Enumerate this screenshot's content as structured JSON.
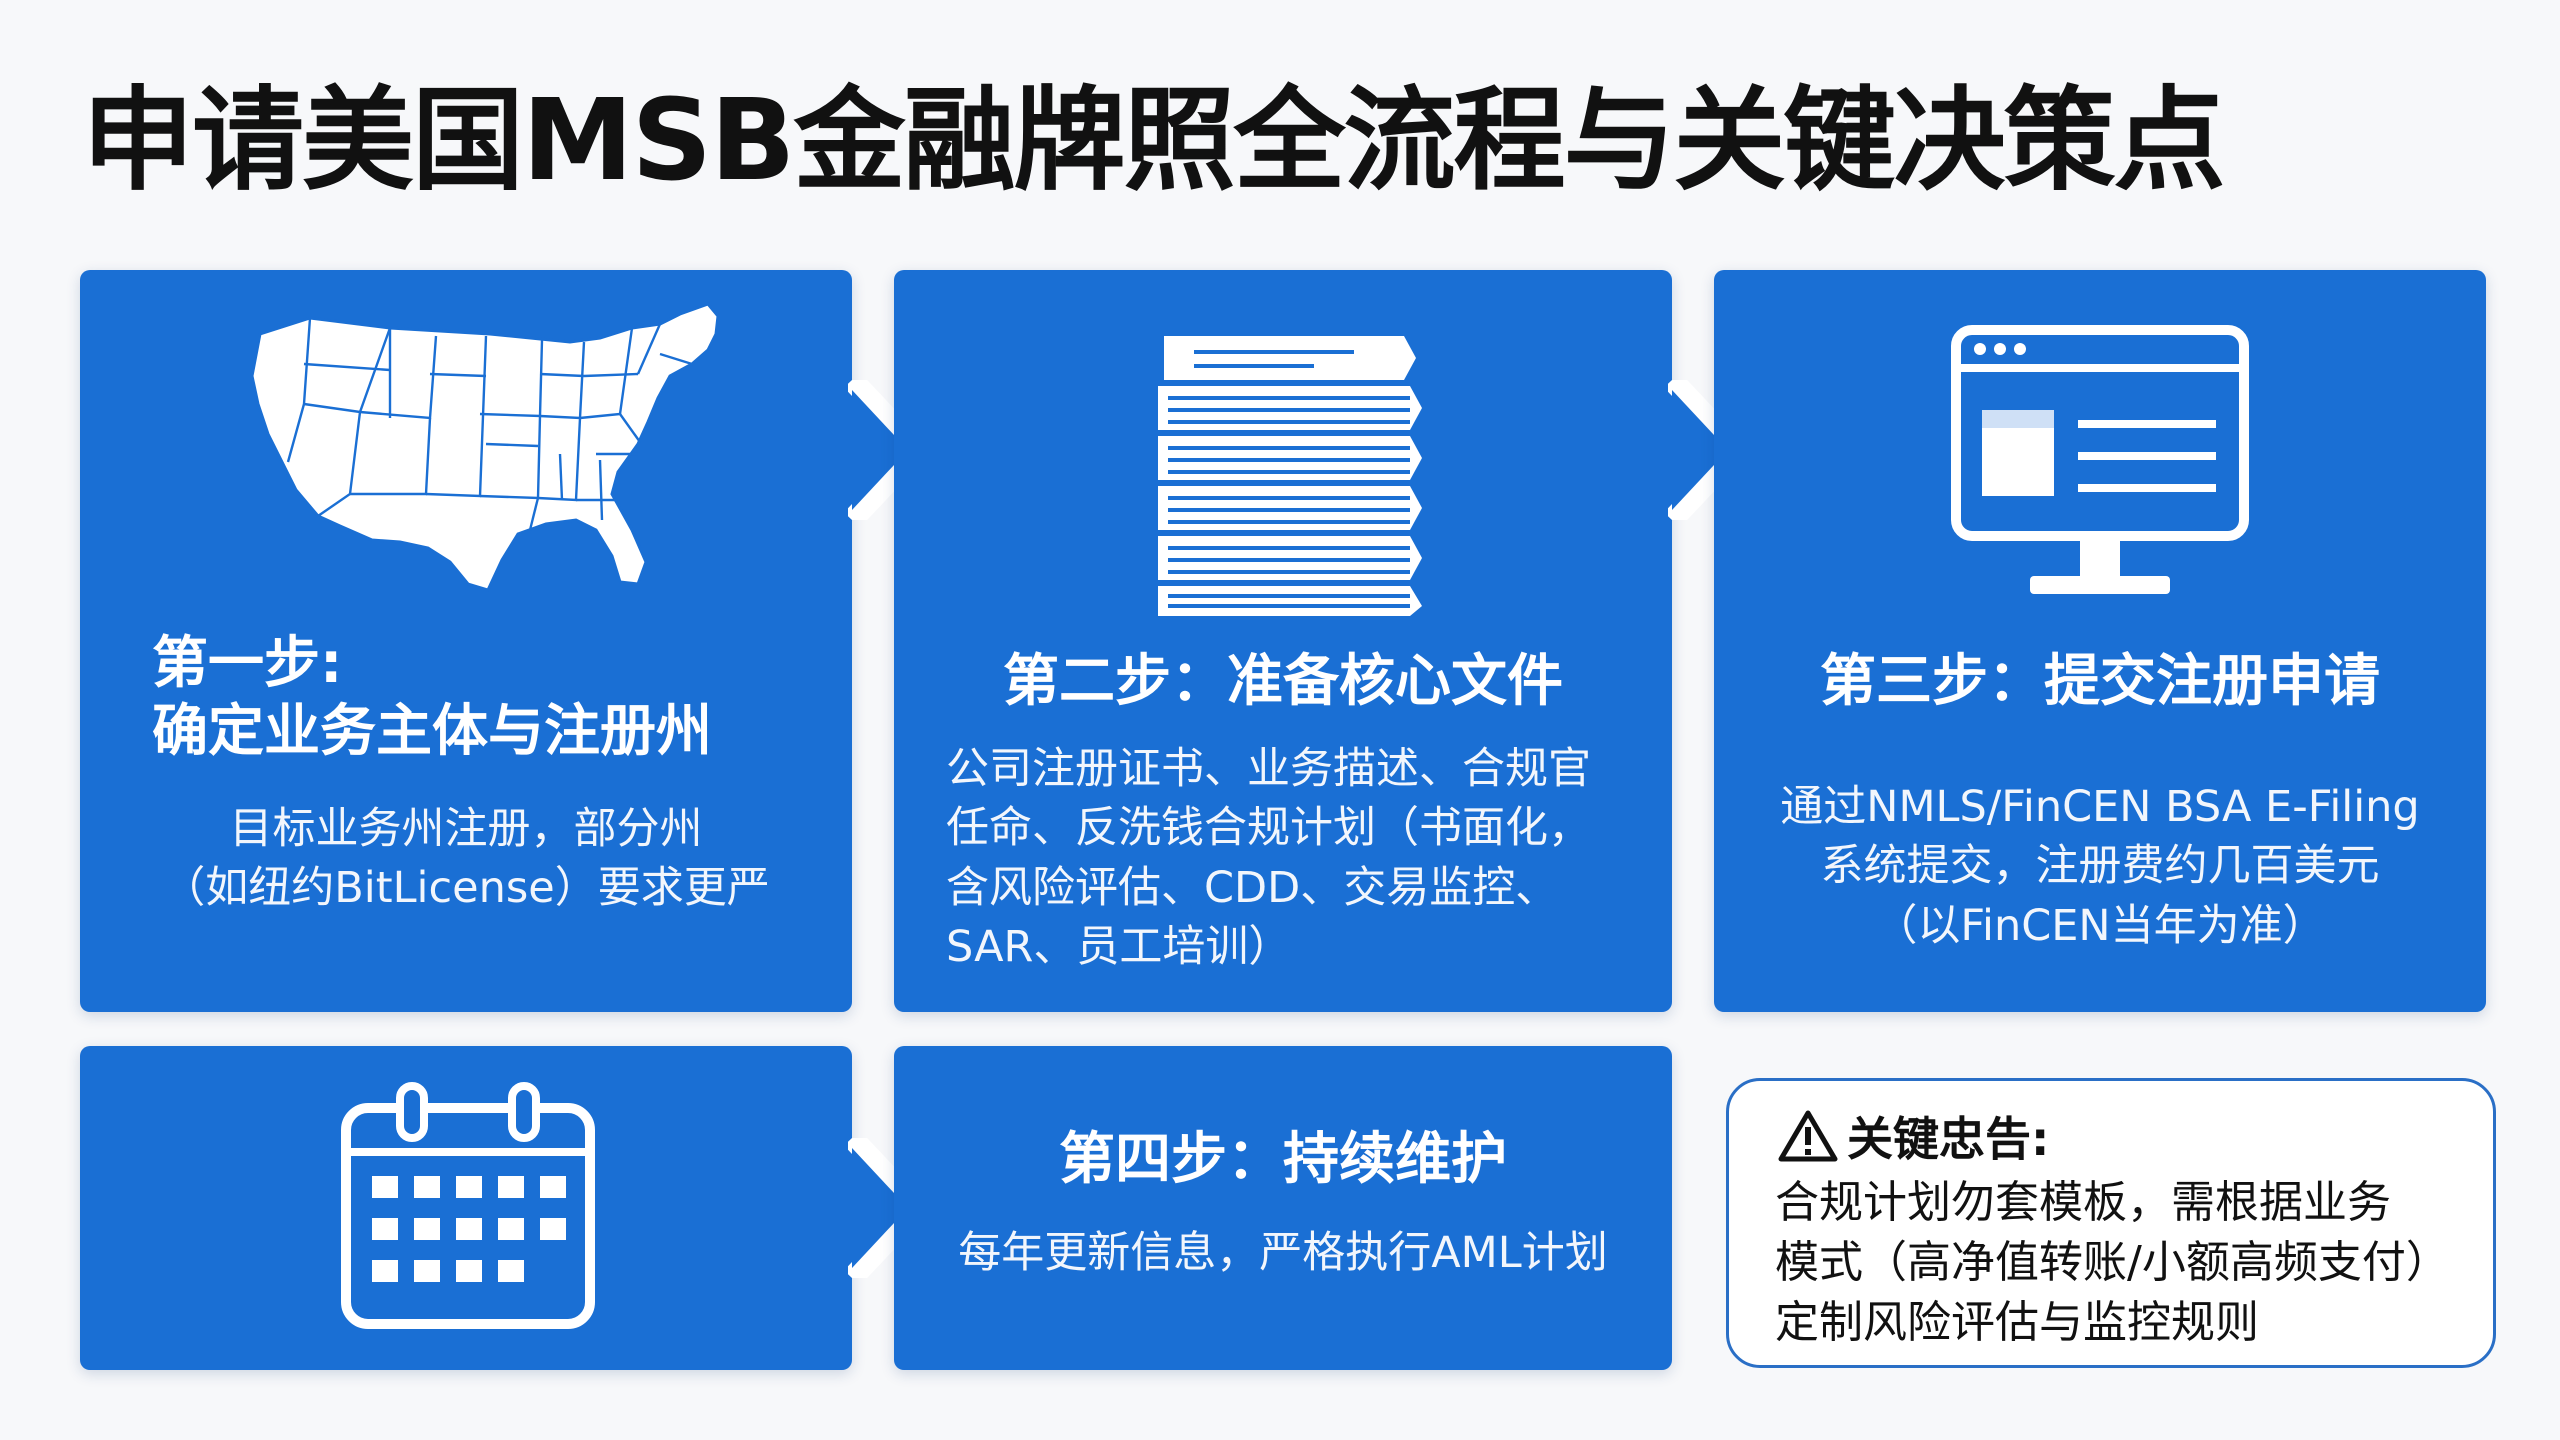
{
  "title": "申请美国MSB金融牌照全流程与关键决策点",
  "steps": [
    {
      "icon": "us-map-icon",
      "heading_lines": [
        "第一步:",
        "确定业务主体与注册州"
      ],
      "body_lines": [
        "目标业务州注册，部分州",
        "（如纽约BitLicense）要求更严"
      ]
    },
    {
      "icon": "document-stack-icon",
      "heading_lines": [
        "第二步：准备核心文件"
      ],
      "body_lines": [
        "公司注册证书、业务描述、合规官",
        "任命、反洗钱合规计划（书面化，",
        "含风险评估、CDD、交易监控、",
        "SAR、员工培训）"
      ]
    },
    {
      "icon": "computer-monitor-icon",
      "heading_lines": [
        "第三步：提交注册申请"
      ],
      "body_lines": [
        "通过NMLS/FinCEN BSA E-Filing",
        "系统提交，注册费约几百美元",
        "（以FinCEN当年为准）"
      ]
    },
    {
      "icon": "calendar-icon",
      "heading_lines": [],
      "body_lines": []
    },
    {
      "icon": "",
      "heading_lines": [
        "第四步：持续维护"
      ],
      "body_lines": [
        "每年更新信息，严格执行AML计划"
      ]
    }
  ],
  "warning": {
    "icon": "warning-triangle-icon",
    "heading": "关键忠告:",
    "body_lines": [
      "合规计划勿套模板，需根据业务",
      "模式（高净值转账/小额高频支付）",
      "定制风险评估与监控规则"
    ]
  },
  "colors": {
    "card_blue": "#1a6fd4",
    "warning_border": "#2a6fc6",
    "title_text": "#111111"
  }
}
